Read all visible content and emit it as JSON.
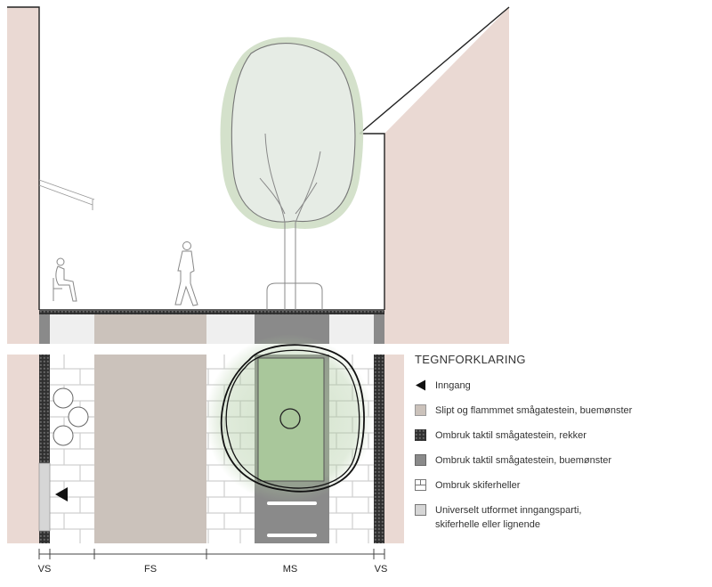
{
  "legend": {
    "title": "TEGNFORKLARING",
    "items": [
      {
        "icon": "entrance-arrow-icon",
        "label": "Inngang"
      },
      {
        "icon": "swatch-sand",
        "color": "#cbc2bb",
        "label": "Slipt og flammmet smågatestein, buemønster"
      },
      {
        "icon": "swatch-tactile-rows",
        "color": "#3a3a3a",
        "label": "Ombruk taktil smågatestein, rekker"
      },
      {
        "icon": "swatch-tactile-arc",
        "color": "#8a8a8a",
        "label": "Ombruk taktil smågatestein, buemønster"
      },
      {
        "icon": "swatch-slate",
        "color": "#ffffff",
        "label": "Ombruk skiferheller"
      },
      {
        "icon": "swatch-universal",
        "color": "#d6d6d6",
        "label": "Universelt utformet inngangsparti,\nskiferhelle eller lignende"
      }
    ]
  },
  "dimensions": [
    {
      "label": "VS"
    },
    {
      "label": "FS"
    },
    {
      "label": "MS"
    },
    {
      "label": "VS"
    }
  ],
  "colors": {
    "building": "#ead9d3",
    "sand": "#cbc2bb",
    "tactile_dark": "#3a3a3a",
    "tactile_mid": "#8a8a8a",
    "tree_green": "#a9c79b",
    "tree_fill": "#e6ece5",
    "slate_grid": "#cfcfcf"
  }
}
